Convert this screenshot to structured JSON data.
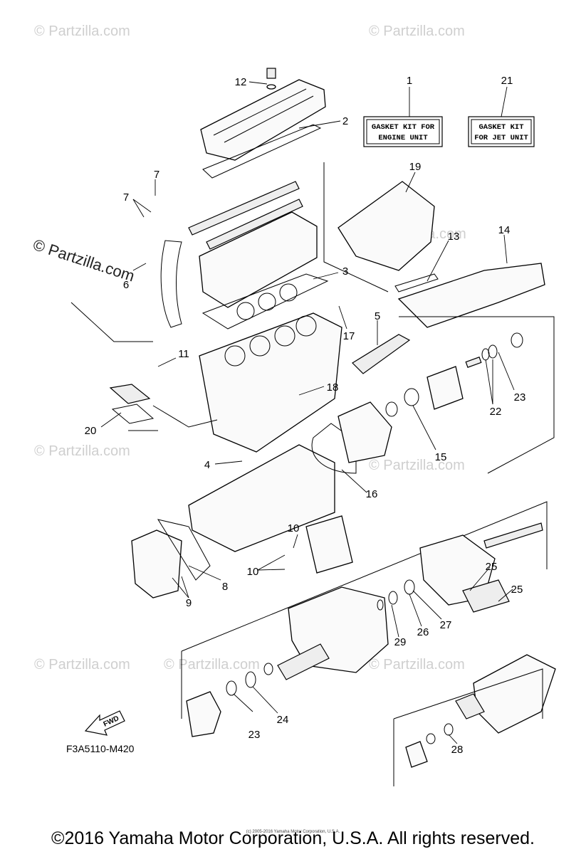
{
  "watermarks": [
    "© Partzilla.com",
    "© Partzilla.com",
    "© Partzilla.com",
    "© Partzilla.com",
    "© Partzilla.com",
    "© Partzilla.com",
    "© Partzilla.com",
    "© Partzilla.com"
  ],
  "watermark_main": "© Partzilla.com",
  "kits": [
    {
      "number": "1",
      "line1": "GASKET KIT FOR",
      "line2": "ENGINE UNIT"
    },
    {
      "number": "21",
      "line1": "GASKET KIT",
      "line2": "FOR JET UNIT"
    }
  ],
  "callouts": [
    "12",
    "2",
    "7",
    "7",
    "6",
    "19",
    "13",
    "14",
    "3",
    "17",
    "5",
    "11",
    "18",
    "20",
    "4",
    "16",
    "15",
    "22",
    "23",
    "10",
    "10",
    "8",
    "9",
    "25",
    "25",
    "27",
    "26",
    "29",
    "23",
    "24",
    "28"
  ],
  "fwd_label": "FWD",
  "diagram_code": "F3A5110-M420",
  "fine_print": "(c) 2005-2016 Yamaha Motor Corporation, U.S.A.",
  "copyright": "©2016 Yamaha Motor Corporation, U.S.A. All rights reserved."
}
